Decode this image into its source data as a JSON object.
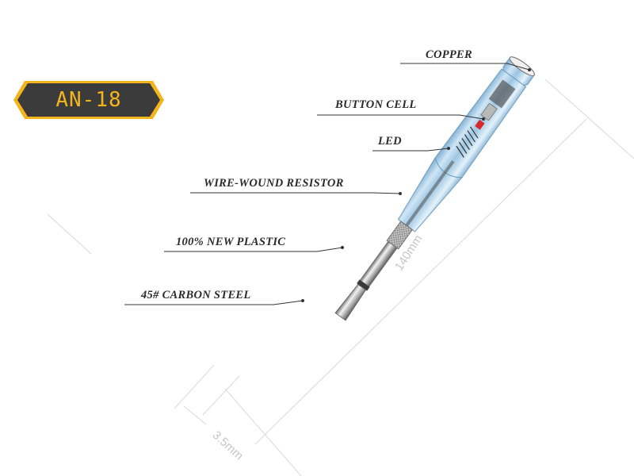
{
  "product": {
    "model": "AN-18",
    "accent_color": "#f3b51b",
    "badge_color": "#3b3b3b"
  },
  "callouts": [
    {
      "id": "copper",
      "label": "COPPER"
    },
    {
      "id": "button-cell",
      "label": "BUTTON CELL"
    },
    {
      "id": "led",
      "label": "LED"
    },
    {
      "id": "wire-wound-resistor",
      "label": "WIRE-WOUND RESISTOR"
    },
    {
      "id": "plastic",
      "label": "100% NEW PLASTIC"
    },
    {
      "id": "carbon-steel",
      "label": "45# CARBON STEEL"
    }
  ],
  "dimensions": {
    "length": "140mm",
    "tip_width": "3.5mm"
  }
}
